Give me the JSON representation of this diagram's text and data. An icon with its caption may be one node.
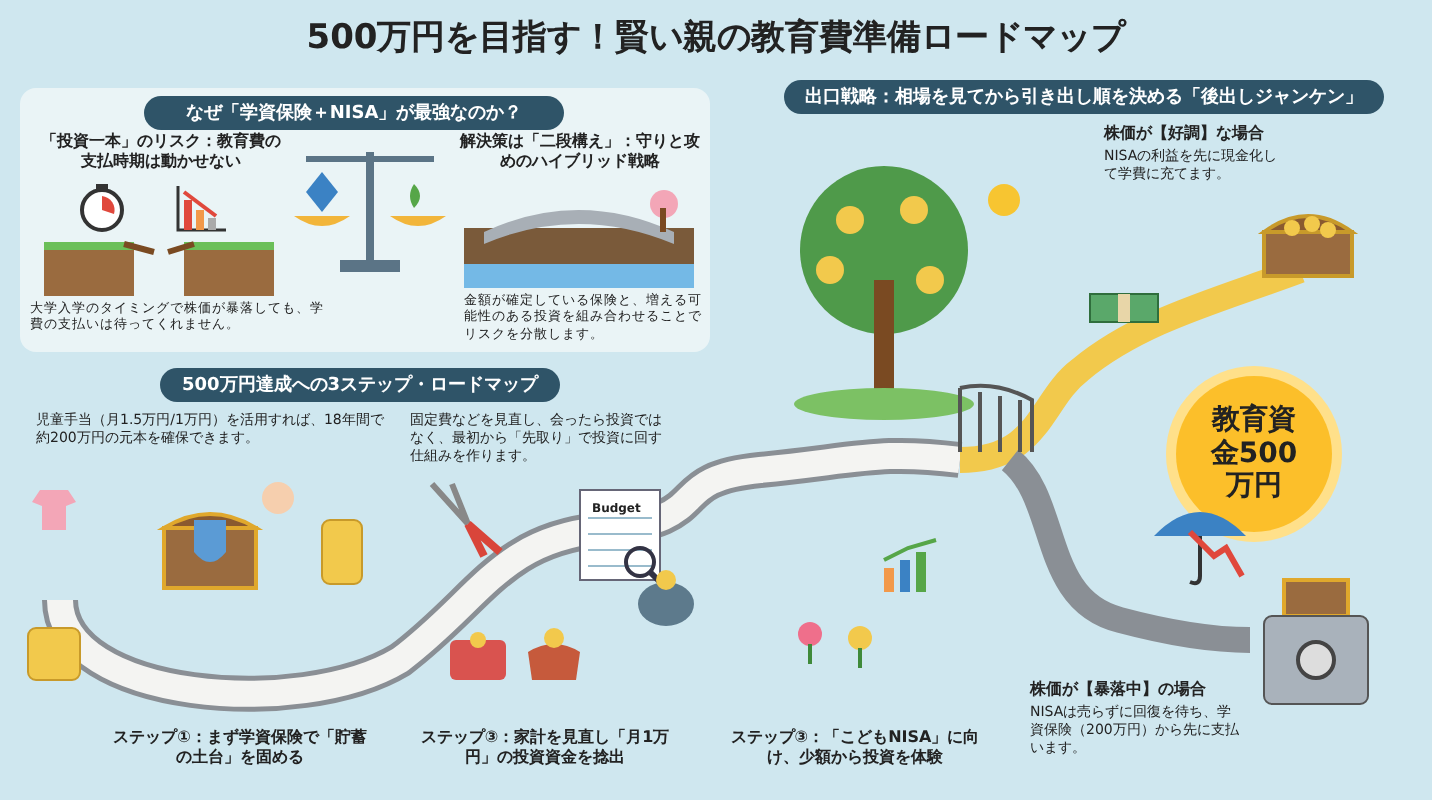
{
  "diagram": {
    "title": "500万円を目指す！賢い親の教育費準備ロードマップ",
    "nodes": [
      {
        "text": [
          "なぜ「学資保険＋NISA」が最強なのか？"
        ]
      },
      {
        "text": [
          "出口戦略：相場を見てから引き出し順を決める「後出しジャンケン」"
        ]
      },
      {
        "text": [
          "500万円達成への3ステップ・ロードマップ"
        ]
      },
      {
        "text": [
          "教育資金500万円"
        ]
      }
    ],
    "labels": [
      "「投資一本」のリスク：教育費の支払時期は動かせない",
      "大学入学のタイミングで株価が暴落しても、学費の支払いは待ってくれません。",
      "解決策は「二段構え」：守りと攻めのハイブリッド戦略",
      "金額が確定している保険と、増える可能性のある投資を組み合わせることでリスクを分散します。",
      "株価が【好調】な場合",
      "NISAの利益を先に現金化して学費に充てます。",
      "児童手当（月1.5万円/1万円）を活用すれば、18年間で約200万円の元本を確保できます。",
      "固定費などを見直し、会ったら投資ではなく、最初から「先取り」で投資に回す仕組みを作ります。",
      "Budget",
      "ステップ①：まず学資保険で「貯蓄の土台」を固める",
      "ステップ③：家計を見直し「月1万円」の投資資金を捻出",
      "ステップ③：「こどもNISA」に向け、少額から投資を体験",
      "株価が【暴落中】の場合",
      "NISAは売らずに回復を待ち、学資保険（200万円）から先に支払います。"
    ]
  }
}
